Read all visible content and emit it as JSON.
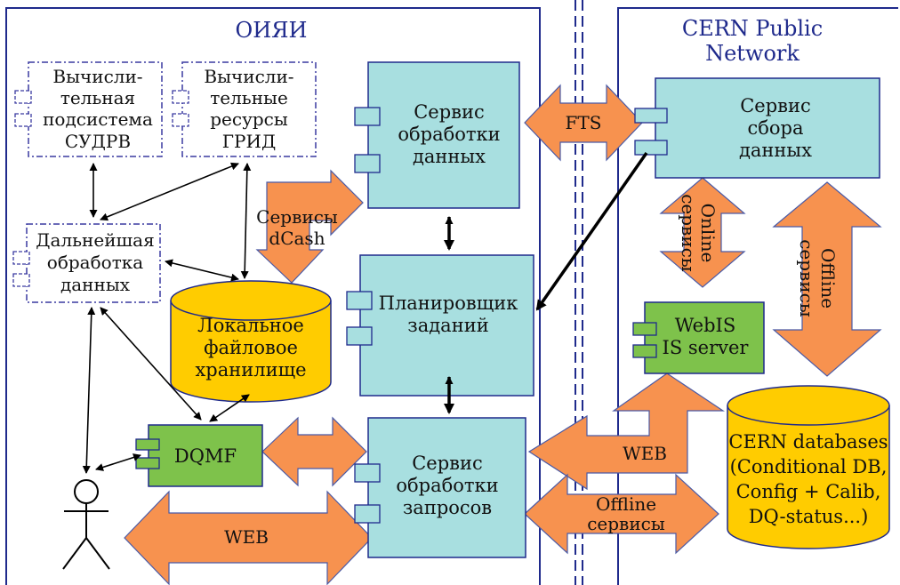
{
  "regions": {
    "left_title": "ОИЯИ",
    "right_title_line1": "CERN Public",
    "right_title_line2": "Network"
  },
  "subsystems": {
    "sudrv": [
      "Вычисли-",
      "тельная",
      "подсистема",
      "СУДРВ"
    ],
    "grid": [
      "Вычисли-",
      "тельные",
      "ресурсы",
      "ГРИД"
    ],
    "further": [
      "Дальнейшая",
      "обработка",
      "данных"
    ]
  },
  "services": {
    "data_processing": [
      "Сервис",
      "обработки",
      "данных"
    ],
    "scheduler": [
      "Планировщик",
      "заданий"
    ],
    "request_processing": [
      "Сервис",
      "обработки",
      "запросов"
    ],
    "data_collection": [
      "Сервис",
      "сбора",
      "данных"
    ],
    "webis": [
      "WebIS",
      "IS server"
    ],
    "dqmf": "DQMF"
  },
  "storage": {
    "local": [
      "Локальное",
      "файловое",
      "хранилище"
    ],
    "cern_db": [
      "CERN databases",
      "(Conditional DB,",
      "Config + Calib,",
      "DQ-status...)"
    ]
  },
  "arrows": {
    "fts": "FTS",
    "dcash": [
      "Сервисы",
      "dCash"
    ],
    "online": [
      "Online",
      "сервисы"
    ],
    "offline_vertical": [
      "Offline",
      "сервисы"
    ],
    "web_right": "WEB",
    "offline_horizontal": [
      "Offline",
      "сервисы"
    ],
    "web_bottom": "WEB"
  },
  "colors": {
    "service_fill": "#a8dfe0",
    "arrow_fill": "#f7924f",
    "db_fill": "#ffcc00",
    "dqmf_fill": "#7ec24b",
    "border_blue": "#1f2a8c",
    "dashed_border": "#3a3aa0"
  }
}
